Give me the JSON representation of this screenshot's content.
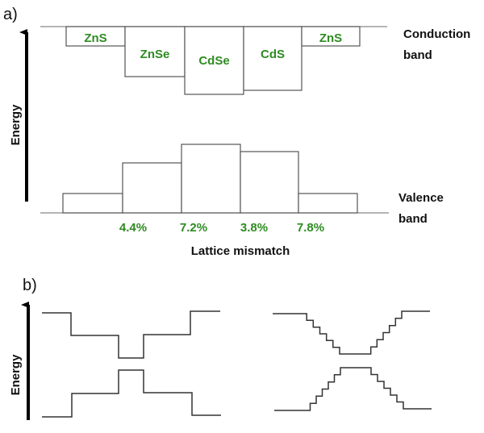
{
  "panel_a": {
    "label": "a)",
    "axis_label": "Energy",
    "conduction_label": [
      "Conduction",
      "band"
    ],
    "valence_label": [
      "Valence",
      "band"
    ],
    "materials": [
      "ZnS",
      "ZnSe",
      "CdSe",
      "CdS",
      "ZnS"
    ],
    "mismatches": [
      "4.4%",
      "7.2%",
      "3.8%",
      "7.8%"
    ],
    "xlabel": "Lattice mismatch"
  },
  "panel_b": {
    "label": "b)",
    "axis_label": "Energy"
  },
  "colors": {
    "accent": "#2e8b22",
    "line": "#333333"
  }
}
